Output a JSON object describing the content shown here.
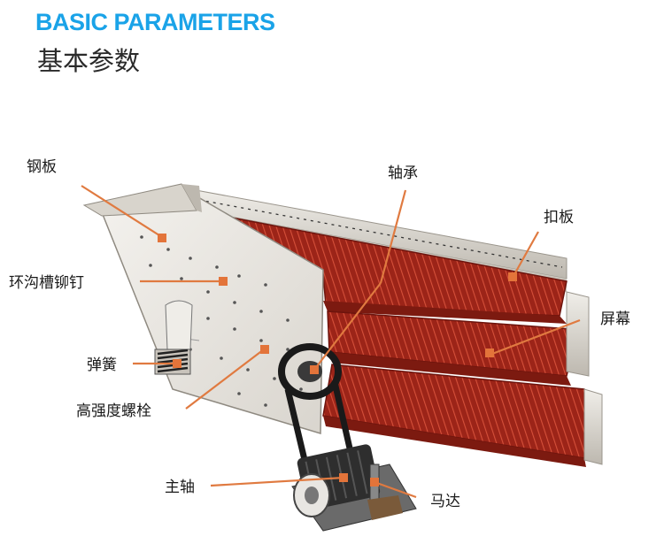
{
  "header": {
    "title_en": "BASIC PARAMETERS",
    "title_cn": "基本参数"
  },
  "labels": {
    "steel_plate": "钢板",
    "bearing": "轴承",
    "clamp_plate": "扣板",
    "ring_groove_rivet": "环沟槽铆钉",
    "screen": "屏幕",
    "spring": "弹簧",
    "high_strength_bolt": "高强度螺栓",
    "main_shaft": "主轴",
    "motor": "马达"
  },
  "colors": {
    "accent": "#1aa3e8",
    "leader": "#e07a40",
    "screen_red": "#a8281c",
    "body_panel": "#eeebe5"
  }
}
